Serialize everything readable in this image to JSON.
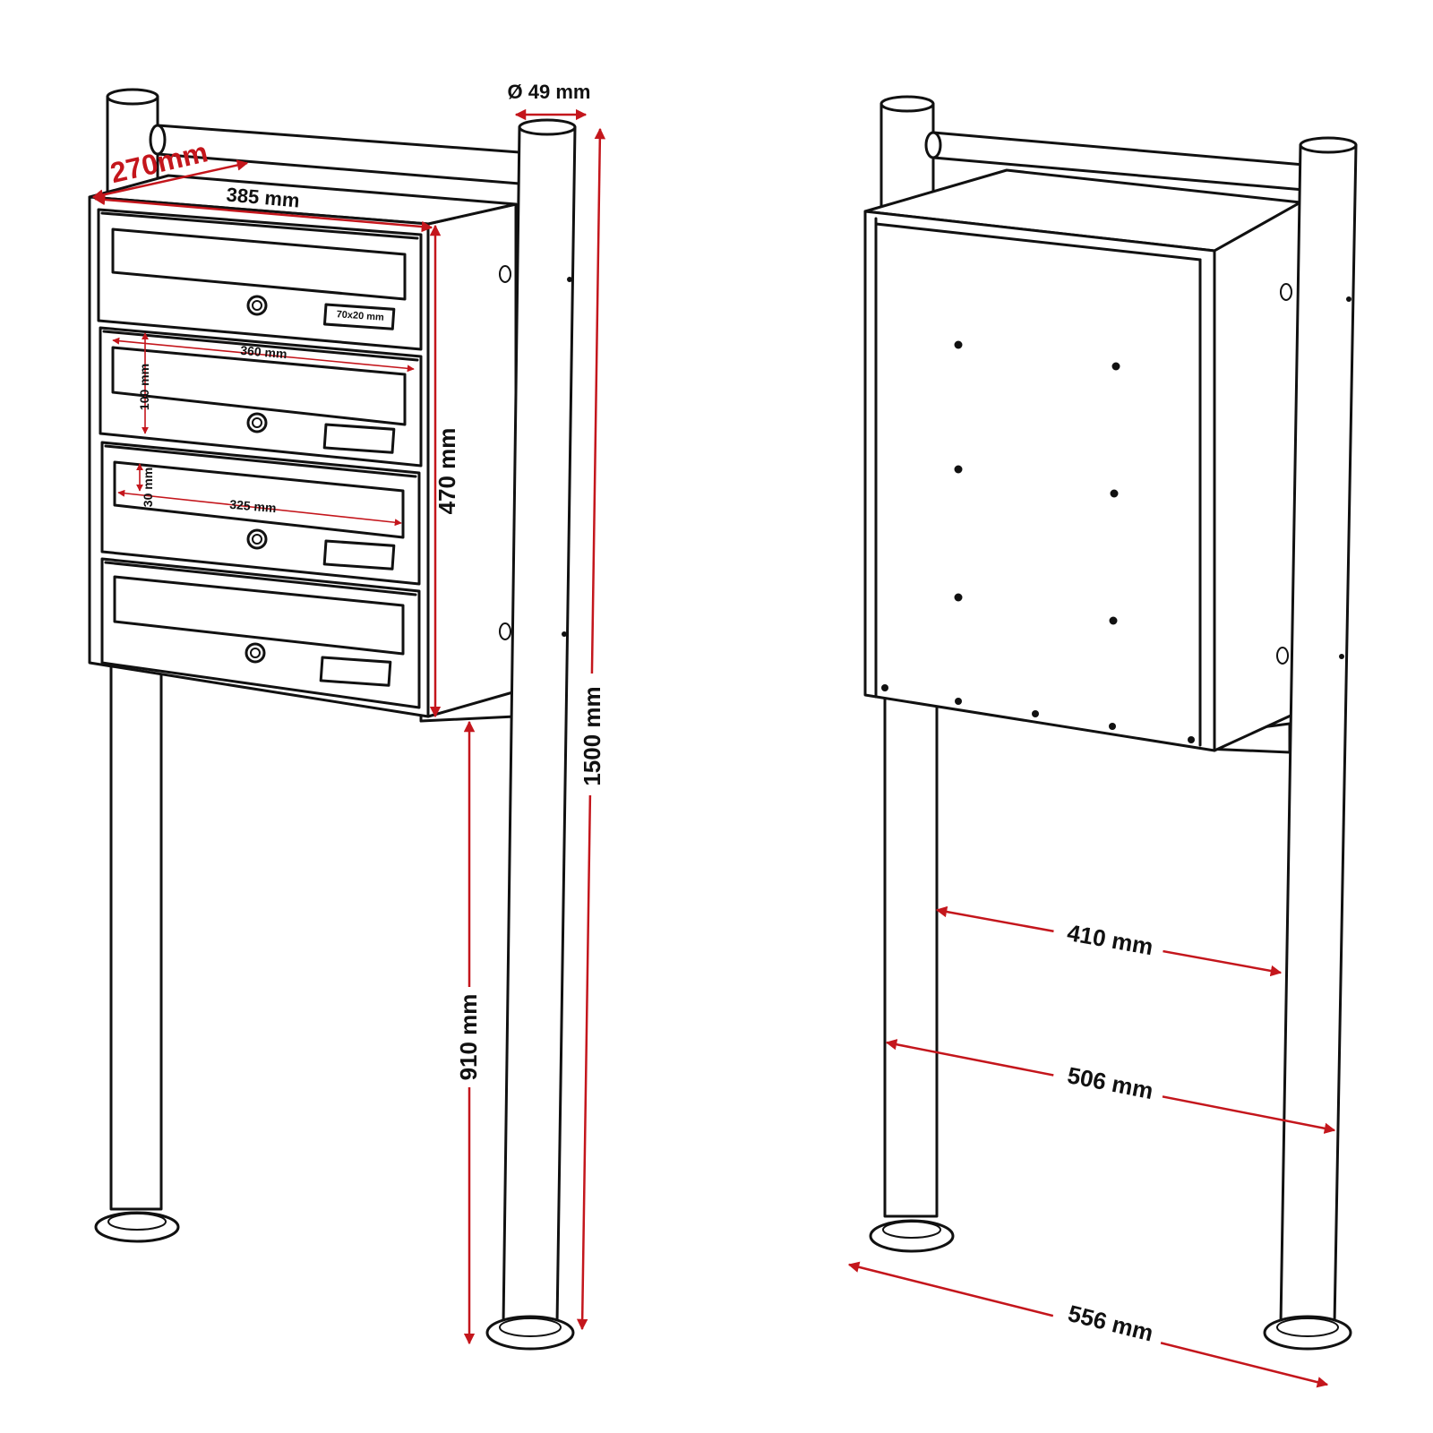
{
  "dimensions": {
    "depth": "270mm",
    "diameter": "Ø 49 mm",
    "width_front": "385 mm",
    "slot_width": "360 mm",
    "slot_height": "100 mm",
    "slot_inner_width": "325 mm",
    "slot_inner_height": "30 mm",
    "name_plate": "70x20 mm",
    "box_height": "470 mm",
    "total_height": "1500 mm",
    "ground_clearance": "910 mm",
    "post_gap": "410 mm",
    "post_outer": "506 mm",
    "base_width": "556 mm"
  },
  "colors": {
    "dimension": "#c4161c",
    "outline": "#111111",
    "background": "#ffffff"
  }
}
